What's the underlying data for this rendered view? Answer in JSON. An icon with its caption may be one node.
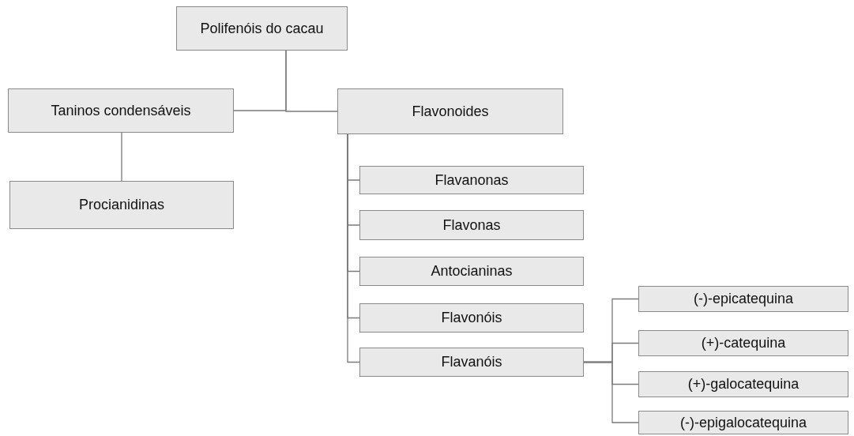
{
  "diagram": {
    "nodes": [
      {
        "text": [
          "Polifenóis do cacau"
        ]
      },
      {
        "text": [
          "Taninos condensáveis"
        ]
      },
      {
        "text": [
          "Flavonoides"
        ]
      },
      {
        "text": [
          "Procianidinas"
        ]
      },
      {
        "text": [
          "Flavanonas"
        ]
      },
      {
        "text": [
          "Flavonas"
        ]
      },
      {
        "text": [
          "Antocianinas"
        ]
      },
      {
        "text": [
          "Flavonóis"
        ]
      },
      {
        "text": [
          "Flavanóis"
        ]
      },
      {
        "text": [
          "(-)-epicatequina"
        ]
      },
      {
        "text": [
          "(+)-catequina"
        ]
      },
      {
        "text": [
          "(+)-galocatequina"
        ]
      },
      {
        "text": [
          "(-)-epigalocatequina"
        ]
      }
    ],
    "edges": [
      {
        "from": 0,
        "to": 1,
        "arrow": "none"
      },
      {
        "from": 0,
        "to": 2,
        "arrow": "none"
      },
      {
        "from": 1,
        "to": 3,
        "arrow": "none"
      },
      {
        "from": 2,
        "to": 4,
        "arrow": "none"
      },
      {
        "from": 2,
        "to": 5,
        "arrow": "none"
      },
      {
        "from": 2,
        "to": 6,
        "arrow": "none"
      },
      {
        "from": 2,
        "to": 7,
        "arrow": "none"
      },
      {
        "from": 2,
        "to": 8,
        "arrow": "none"
      },
      {
        "from": 8,
        "to": 9,
        "arrow": "none"
      },
      {
        "from": 8,
        "to": 10,
        "arrow": "none"
      },
      {
        "from": 8,
        "to": 11,
        "arrow": "none"
      },
      {
        "from": 8,
        "to": 12,
        "arrow": "none"
      }
    ]
  }
}
